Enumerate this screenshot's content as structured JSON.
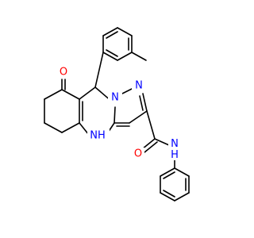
{
  "structure": {
    "atoms": [
      {
        "id": "O1",
        "label": "O",
        "color": "#ff0000"
      },
      {
        "id": "N1",
        "label": "N",
        "color": "#0000ff"
      },
      {
        "id": "N2",
        "label": "N",
        "color": "#0000ff"
      },
      {
        "id": "NH1",
        "label": "NH",
        "color": "#0000ff"
      },
      {
        "id": "O2",
        "label": "O",
        "color": "#ff0000"
      },
      {
        "id": "NH2",
        "label": "N H",
        "color": "#0000ff"
      }
    ]
  }
}
